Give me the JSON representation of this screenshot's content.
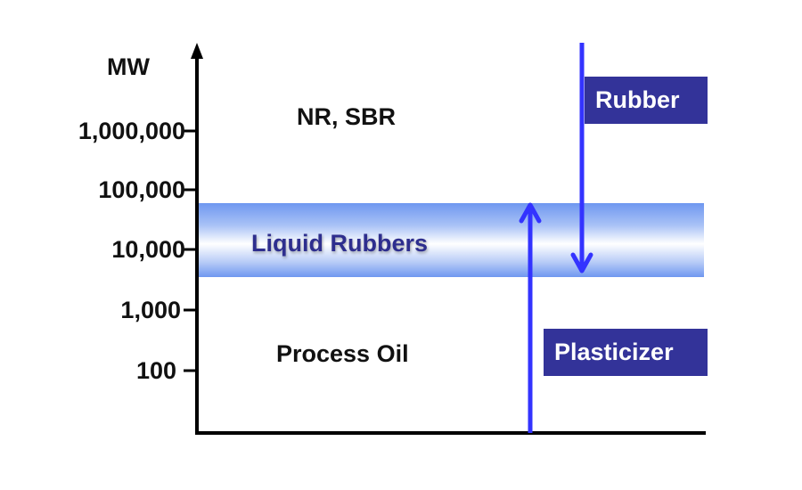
{
  "diagram": {
    "axis_title": "MW",
    "ticks": [
      "1,000,000",
      "100,000",
      "10,000",
      "1,000",
      "100"
    ],
    "regions": {
      "top": "NR, SBR",
      "band": "Liquid Rubbers",
      "bottom": "Process Oil"
    },
    "tags": {
      "rubber": "Rubber",
      "plasticizer": "Plasticizer"
    },
    "colors": {
      "arrow": "#3333ff",
      "tag_bg": "#333399",
      "band": "#6f97f0",
      "band_text": "#2e2e8e"
    }
  }
}
